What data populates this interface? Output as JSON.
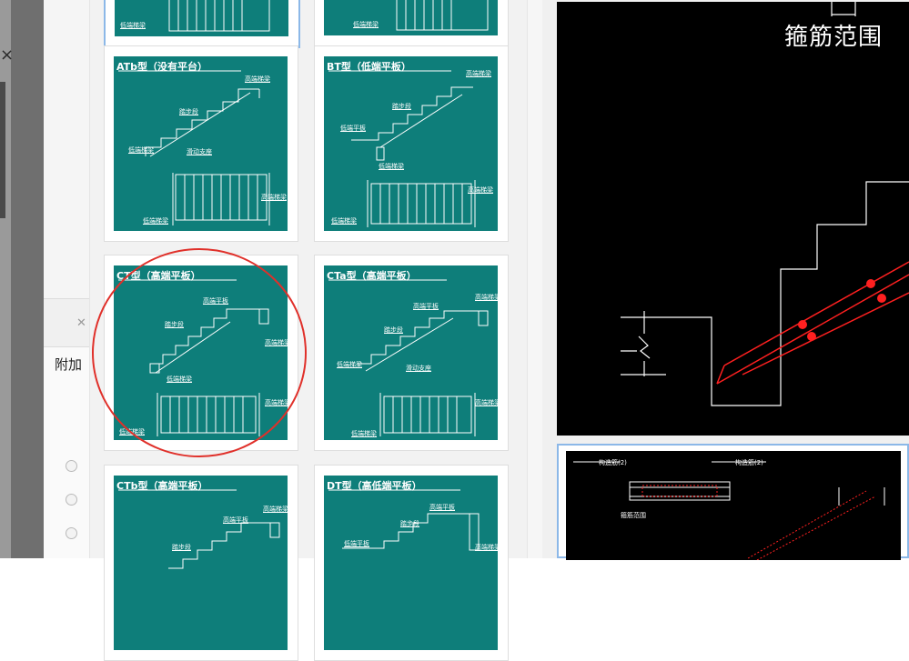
{
  "left_panel": {
    "tab_label": "附加",
    "radio_count": 3
  },
  "gallery": {
    "tiles": [
      {
        "title": "",
        "labels": [
          "低端梯梁"
        ]
      },
      {
        "title": "",
        "labels": [
          "低端梯梁"
        ]
      },
      {
        "title": "ATb型（没有平台）",
        "labels": [
          "高端梯梁",
          "踏步段",
          "低端梯梁",
          "滑动支座",
          "高端梯梁",
          "低端梯梁"
        ]
      },
      {
        "title": "BT型（低端平板）",
        "labels": [
          "高端梯梁",
          "踏步段",
          "低端平板",
          "低端梯梁",
          "高端梯梁",
          "低端梯梁"
        ]
      },
      {
        "title": "CT型（高端平板）",
        "labels": [
          "高端平板",
          "踏步段",
          "高端梯梁",
          "低端梯梁",
          "高端梯梁",
          "低端梯梁"
        ]
      },
      {
        "title": "CTa型（高端平板）",
        "labels": [
          "高端梯梁",
          "高端平板",
          "踏步段",
          "低端梯梁",
          "滑动支座",
          "高端梯梁",
          "低端梯梁"
        ]
      },
      {
        "title": "CTb型（高端平板）",
        "labels": [
          "高端梯梁",
          "高端平板",
          "踏步段"
        ]
      },
      {
        "title": "DT型（高低端平板）",
        "labels": [
          "高端平板",
          "踏步段",
          "低端平板",
          "高端梯梁"
        ]
      }
    ]
  },
  "preview": {
    "title": "箍筋范围",
    "thumb_labels": [
      "构造筋(2)",
      "构造筋(2)",
      "箍筋范围"
    ]
  },
  "colors": {
    "thumb_teal": "#0e7e7a",
    "highlight_circle": "#e0302a",
    "selection_border": "#8cb8e8",
    "rebar_red": "#ff2020"
  }
}
